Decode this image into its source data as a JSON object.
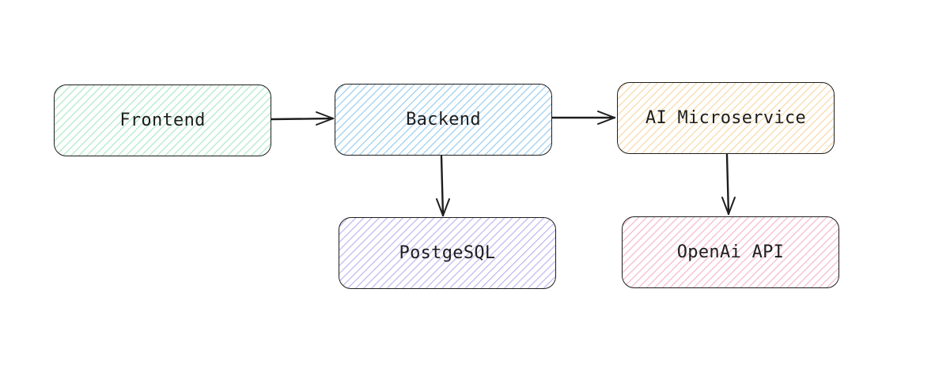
{
  "diagram": {
    "nodes": [
      {
        "id": "frontend",
        "label": "Frontend",
        "fill": "#b9ecd0"
      },
      {
        "id": "backend",
        "label": "Backend",
        "fill": "#a9d4f2"
      },
      {
        "id": "ai",
        "label": "AI Microservice",
        "fill": "#f8dfb4"
      },
      {
        "id": "postgres",
        "label": "PostgeSQL",
        "fill": "#c9c1f2"
      },
      {
        "id": "openai",
        "label": "OpenAi API",
        "fill": "#f6c3d3"
      }
    ],
    "edges": [
      {
        "from": "frontend",
        "to": "backend"
      },
      {
        "from": "backend",
        "to": "ai"
      },
      {
        "from": "backend",
        "to": "postgres"
      },
      {
        "from": "ai",
        "to": "openai"
      }
    ],
    "stroke_color": "#1e1e1e"
  }
}
